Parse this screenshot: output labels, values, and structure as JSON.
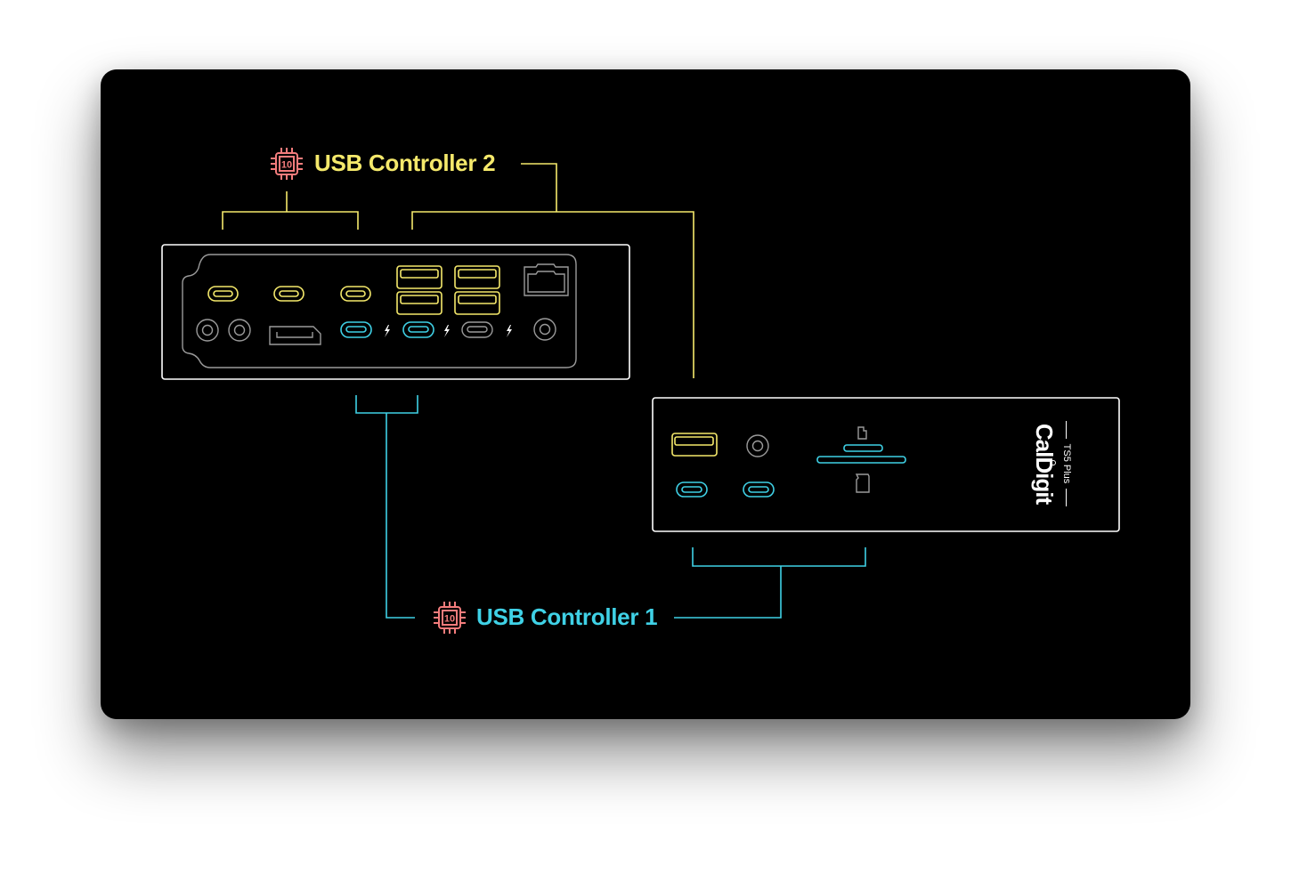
{
  "controllers": [
    {
      "id": "usb-controller-2",
      "label": "USB Controller 2",
      "chip_text": "10",
      "color": "#f5e96b"
    },
    {
      "id": "usb-controller-1",
      "label": "USB Controller 1",
      "chip_text": "10",
      "color": "#3fd1e6"
    }
  ],
  "chip_color": "#f47c7c",
  "colors": {
    "controller2": "#f5e96b",
    "controller1": "#3fd1e6",
    "neutral": "#9a9a9a",
    "panel_border": "#ffffff"
  },
  "rear_panel": {
    "ports": [
      "usb-c",
      "usb-c",
      "usb-c",
      "usb-a",
      "usb-a",
      "usb-a",
      "usb-a",
      "ethernet",
      "audio",
      "audio",
      "displayport",
      "thunderbolt",
      "thunderbolt",
      "thunderbolt",
      "dc-power"
    ]
  },
  "front_panel": {
    "brand": "CalDigit",
    "model": "TS5 Plus",
    "ports": [
      "usb-a",
      "audio",
      "usb-c",
      "usb-c",
      "sd-card",
      "microsd-card"
    ]
  }
}
